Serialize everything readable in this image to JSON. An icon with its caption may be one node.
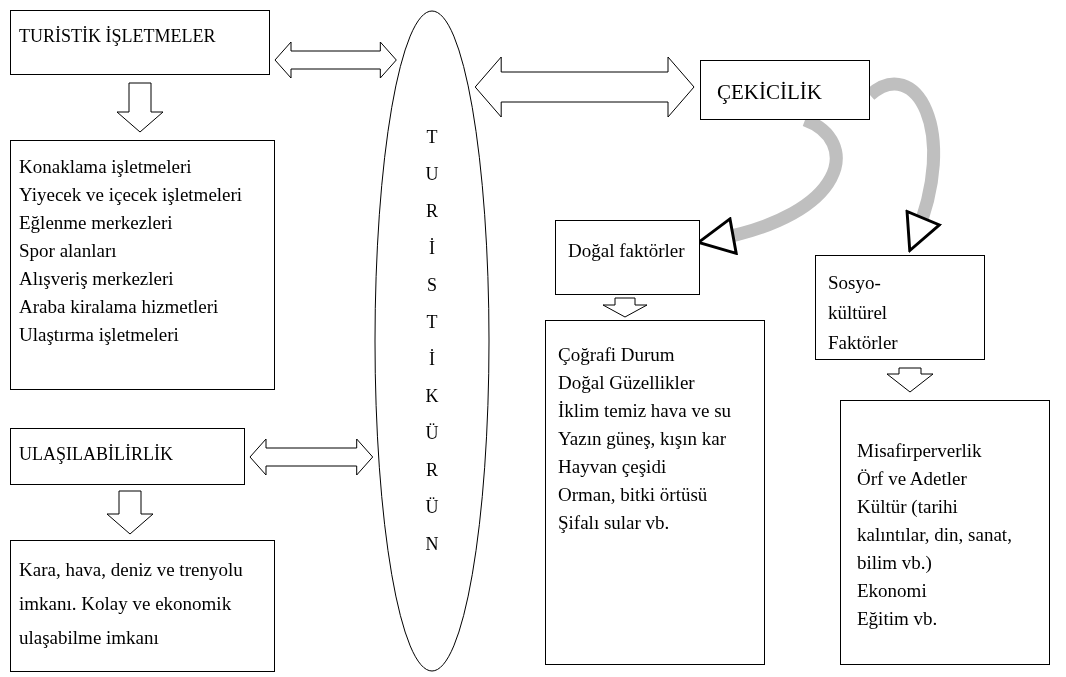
{
  "diagram": {
    "nodes": [
      {
        "text": [
          "TURİSTİK İŞLETMELER"
        ]
      },
      {
        "text": [
          "Konaklama işletmeleri",
          "Yiyecek ve içecek işletmeleri",
          "Eğlenme merkezleri",
          "Spor alanları",
          "Alışveriş merkezleri",
          "Araba kiralama hizmetleri",
          "Ulaştırma işletmeleri"
        ]
      },
      {
        "text": [
          "ULAŞILABİLİRLİK"
        ]
      },
      {
        "text": [
          "Kara, hava, deniz ve trenyolu imkanı. Kolay ve ekonomik ulaşabilme imkanı"
        ]
      },
      {
        "text": [
          "TURİSTİK ÜRÜN"
        ]
      },
      {
        "text": [
          "ÇEKİCİLİK"
        ]
      },
      {
        "text": [
          "Doğal faktörler"
        ]
      },
      {
        "text": [
          "Sosyo-kültürel Faktörler"
        ]
      },
      {
        "text": [
          "Çoğrafi Durum",
          "Doğal Güzellikler",
          "İklim temiz hava ve su",
          "Yazın güneş, kışın kar",
          "Hayvan çeşidi",
          "Orman, bitki örtüsü",
          "Şifalı sular vb."
        ]
      },
      {
        "text": [
          "Misafirperverlik",
          "Örf ve Adetler",
          "Kültür (tarihi kalıntılar, din, sanat, bilim vb.)",
          "Ekonomi",
          "Eğitim vb."
        ]
      }
    ],
    "edges": [
      {
        "from": 0,
        "to": 4,
        "arrow": "both"
      },
      {
        "from": 0,
        "to": 1,
        "arrow": "to"
      },
      {
        "from": 2,
        "to": 4,
        "arrow": "both"
      },
      {
        "from": 2,
        "to": 3,
        "arrow": "to"
      },
      {
        "from": 4,
        "to": 5,
        "arrow": "both"
      },
      {
        "from": 5,
        "to": 6,
        "arrow": "to",
        "color": "#bfbfbf"
      },
      {
        "from": 5,
        "to": 7,
        "arrow": "to",
        "color": "#bfbfbf"
      },
      {
        "from": 6,
        "to": 8,
        "arrow": "to"
      },
      {
        "from": 7,
        "to": 9,
        "arrow": "to"
      }
    ]
  }
}
